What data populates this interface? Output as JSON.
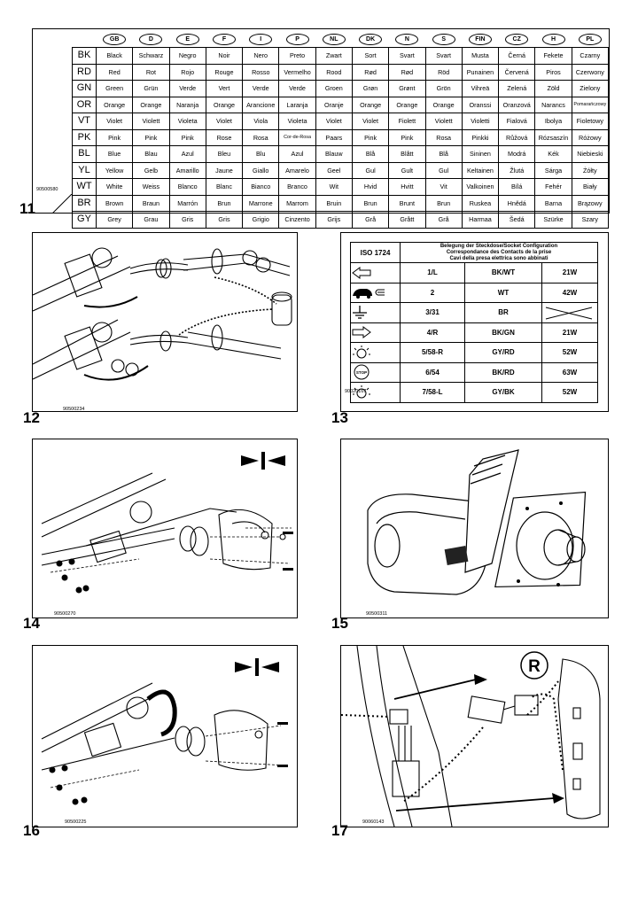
{
  "color_table": {
    "ref": "90500580",
    "figure_number": "11",
    "countries": [
      "GB",
      "D",
      "E",
      "F",
      "I",
      "P",
      "NL",
      "DK",
      "N",
      "S",
      "FIN",
      "CZ",
      "H",
      "PL"
    ],
    "rows": [
      {
        "code": "BK",
        "names": [
          "Black",
          "Schwarz",
          "Negro",
          "Noir",
          "Nero",
          "Preto",
          "Zwart",
          "Sort",
          "Svart",
          "Svart",
          "Musta",
          "Černá",
          "Fekete",
          "Czarny"
        ]
      },
      {
        "code": "RD",
        "names": [
          "Red",
          "Rot",
          "Rojo",
          "Rouge",
          "Rosso",
          "Vermelho",
          "Rood",
          "Rød",
          "Rød",
          "Röd",
          "Punainen",
          "Červená",
          "Piros",
          "Czerwony"
        ]
      },
      {
        "code": "GN",
        "names": [
          "Green",
          "Grün",
          "Verde",
          "Vert",
          "Verde",
          "Verde",
          "Groen",
          "Grøn",
          "Grønt",
          "Grön",
          "Vihreä",
          "Zelená",
          "Zöld",
          "Zielony"
        ]
      },
      {
        "code": "OR",
        "names": [
          "Orange",
          "Orange",
          "Naranja",
          "Orange",
          "Arancione",
          "Laranja",
          "Oranje",
          "Orange",
          "Orange",
          "Orange",
          "Oranssi",
          "Oranzová",
          "Narancs",
          "Pomarańczowy"
        ]
      },
      {
        "code": "VT",
        "names": [
          "Violet",
          "Violett",
          "Violeta",
          "Violet",
          "Viola",
          "Violeta",
          "Violet",
          "Violet",
          "Fiolett",
          "Violett",
          "Violetti",
          "Fialová",
          "Ibolya",
          "Fioletowy"
        ]
      },
      {
        "code": "PK",
        "names": [
          "Pink",
          "Pink",
          "Pink",
          "Rose",
          "Rosa",
          "Cor-de-Rosa",
          "Paars",
          "Pink",
          "Pink",
          "Rosa",
          "Pinkki",
          "Růžová",
          "Rózsaszín",
          "Różowy"
        ]
      },
      {
        "code": "BL",
        "names": [
          "Blue",
          "Blau",
          "Azul",
          "Bleu",
          "Blu",
          "Azul",
          "Blauw",
          "Blå",
          "Blått",
          "Blå",
          "Sininen",
          "Modrá",
          "Kék",
          "Niebieski"
        ]
      },
      {
        "code": "YL",
        "names": [
          "Yellow",
          "Gelb",
          "Amarillo",
          "Jaune",
          "Giallo",
          "Amarelo",
          "Geel",
          "Gul",
          "Gult",
          "Gul",
          "Keltainen",
          "Žlutá",
          "Sárga",
          "Żółty"
        ]
      },
      {
        "code": "WT",
        "names": [
          "White",
          "Weiss",
          "Blanco",
          "Blanc",
          "Bianco",
          "Branco",
          "Wit",
          "Hvid",
          "Hvitt",
          "Vit",
          "Valkoinen",
          "Bílá",
          "Fehér",
          "Biały"
        ]
      },
      {
        "code": "BR",
        "names": [
          "Brown",
          "Braun",
          "Marrón",
          "Brun",
          "Marrone",
          "Marrom",
          "Bruin",
          "Brun",
          "Brunt",
          "Brun",
          "Ruskea",
          "Hnědá",
          "Barna",
          "Brązowy"
        ]
      },
      {
        "code": "GY",
        "names": [
          "Grey",
          "Grau",
          "Gris",
          "Gris",
          "Grigio",
          "Cinzento",
          "Grijs",
          "Grå",
          "Grått",
          "Grå",
          "Harmaa",
          "Šedá",
          "Szürke",
          "Szary"
        ]
      }
    ]
  },
  "panels": {
    "p12": {
      "number": "12",
      "ref": "90500234"
    },
    "p13": {
      "number": "13",
      "ref": "90020167"
    },
    "p14": {
      "number": "14",
      "ref": "90500270"
    },
    "p15": {
      "number": "15",
      "ref": "90500311"
    },
    "p16": {
      "number": "16",
      "ref": "90500225"
    },
    "p17": {
      "number": "17",
      "ref": "90060143",
      "badge": "R"
    }
  },
  "iso_table": {
    "standard": "ISO 1724",
    "title_lines": [
      "Belegung der Steckdose/Socket Configuration",
      "Correspondance des Contacts de la prise",
      "Cavi della presa elettrica sono abbinati"
    ],
    "rows": [
      {
        "icon": "left-turn-arrow-icon",
        "pin": "1/L",
        "color": "BK/WT",
        "watt": "21W"
      },
      {
        "icon": "fog-light-icon",
        "pin": "2",
        "color": "WT",
        "watt": "42W"
      },
      {
        "icon": "ground-icon",
        "pin": "3/31",
        "color": "BR",
        "watt": ""
      },
      {
        "icon": "right-turn-arrow-icon",
        "pin": "4/R",
        "color": "BK/GN",
        "watt": "21W"
      },
      {
        "icon": "tail-light-icon",
        "pin": "5/58-R",
        "color": "GY/RD",
        "watt": "52W"
      },
      {
        "icon": "stop-light-icon",
        "pin": "6/54",
        "color": "BK/RD",
        "watt": "63W"
      },
      {
        "icon": "tail-light-icon",
        "pin": "7/58-L",
        "color": "GY/BK",
        "watt": "52W"
      }
    ],
    "stop_label": "STOP"
  }
}
